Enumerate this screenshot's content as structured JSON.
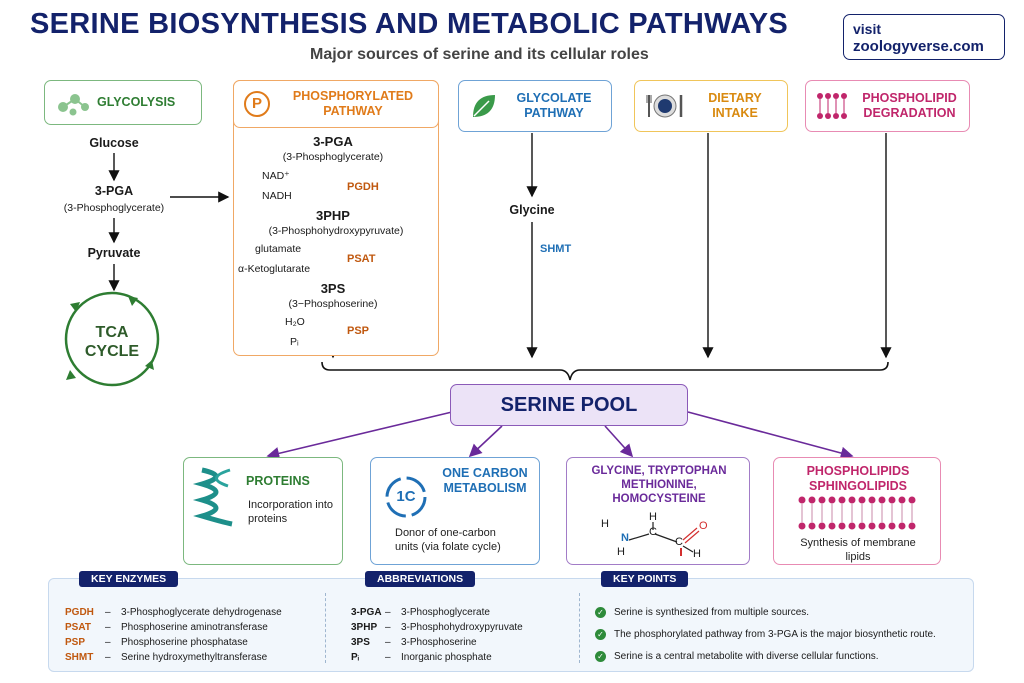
{
  "header": {
    "title": "SERINE BIOSYNTHESIS AND METABOLIC PATHWAYS",
    "subtitle": "Major sources of serine and its cellular roles",
    "visit_line1": "visit",
    "visit_line2": "zoologyverse.com"
  },
  "sources": {
    "glycolysis": {
      "label": "GLYCOLYSIS",
      "color": "#2e7d32"
    },
    "phosphorylated": {
      "label_line1": "PHOSPHORYLATED",
      "label_line2": "PATHWAY",
      "icon_letter": "P",
      "color": "#e07b1a"
    },
    "glycolate": {
      "label_line1": "GLYCOLATE",
      "label_line2": "PATHWAY",
      "color": "#1f6fb5"
    },
    "dietary": {
      "label_line1": "DIETARY",
      "label_line2": "INTAKE",
      "color": "#d98a10"
    },
    "phospholipid": {
      "label_line1": "PHOSPHOLIPID",
      "label_line2": "DEGRADATION",
      "color": "#c0266b"
    }
  },
  "glycolysis_path": {
    "glucose": "Glucose",
    "pga": "3-PGA",
    "pga_full": "(3-Phosphoglycerate)",
    "pyruvate": "Pyruvate",
    "tca_line1": "TCA",
    "tca_line2": "CYCLE"
  },
  "phospho_path": {
    "pga": "3-PGA",
    "pga_full": "(3-Phosphoglycerate)",
    "nad": "NAD⁺",
    "nadh": "NADH",
    "enzyme1": "PGDH",
    "php": "3PHP",
    "php_full": "(3-Phosphohydroxypyruvate)",
    "glutamate": "glutamate",
    "akg": "α-Ketoglutarate",
    "enzyme2": "PSAT",
    "ps": "3PS",
    "ps_full": "(3−Phosphoserine)",
    "h2o": "H₂O",
    "pi": "Pᵢ",
    "enzyme3": "PSP"
  },
  "glycolate_path": {
    "glycine": "Glycine",
    "enzyme": "SHMT"
  },
  "pool": {
    "label": "SERINE POOL"
  },
  "outputs": [
    {
      "title": "PROTEINS",
      "desc_line1": "Incorporation into",
      "desc_line2": "proteins",
      "color": "#2e7d32"
    },
    {
      "title_line1": "ONE CARBON",
      "title_line2": "METABOLISM",
      "icon_text": "1C",
      "desc_line1": "Donor of one-carbon",
      "desc_line2": "units (via folate cycle)",
      "color": "#1f6fb5"
    },
    {
      "title_line1": "GLYCINE, TRYPTOPHAN",
      "title_line2": "METHIONINE,",
      "title_line3": "HOMOCYSTEINE",
      "color": "#6a2a9a",
      "mol": {
        "h": "H",
        "n": "N",
        "c": "C",
        "o": "O"
      }
    },
    {
      "title_line1": "PHOSPHOLIPIDS",
      "title_line2": "SPHINGOLIPIDS",
      "desc_line1": "Synthesis of membrane",
      "desc_line2": "lipids",
      "color": "#c0266b"
    }
  ],
  "legend": {
    "enzymes_header": "KEY ENZYMES",
    "enzymes": [
      {
        "abbr": "PGDH",
        "sep": "–",
        "name": "3-Phosphoglycerate dehydrogenase"
      },
      {
        "abbr": "PSAT",
        "sep": "–",
        "name": "Phosphoserine aminotransferase"
      },
      {
        "abbr": "PSP",
        "sep": "–",
        "name": "Phosphoserine phosphatase"
      },
      {
        "abbr": "SHMT",
        "sep": "–",
        "name": "Serine hydroxymethyltransferase"
      }
    ],
    "abbr_header": "ABBREVIATIONS",
    "abbreviations": [
      {
        "abbr": "3-PGA",
        "sep": "–",
        "name": "3-Phosphoglycerate"
      },
      {
        "abbr": "3PHP",
        "sep": "–",
        "name": "3-Phosphohydroxypyruvate"
      },
      {
        "abbr": "3PS",
        "sep": "–",
        "name": "3-Phosphoserine"
      },
      {
        "abbr": "Pᵢ",
        "sep": "–",
        "name": "Inorganic phosphate"
      }
    ],
    "points_header": "KEY POINTS",
    "points": [
      "Serine is synthesized from multiple sources.",
      "The phosphorylated pathway from 3-PGA is the major biosynthetic route.",
      "Serine is a central metabolite with diverse cellular functions."
    ]
  },
  "colors": {
    "navy": "#13226b",
    "enzyme_orange": "#c0580f",
    "pool_purple": "#6a2a9a",
    "pool_fill": "#ece3f7",
    "check_green": "#2e8b3a"
  }
}
